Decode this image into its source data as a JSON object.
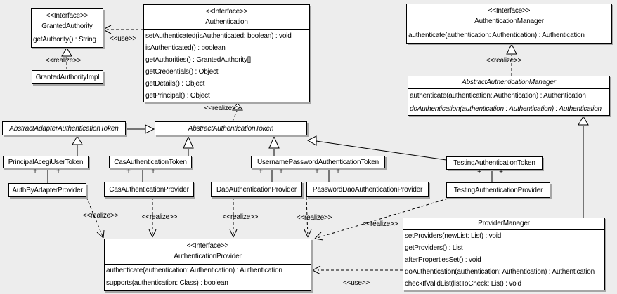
{
  "labels": {
    "use": "<<use>>",
    "realize": "<<realize>>",
    "plus": "+"
  },
  "colors": {
    "background": "#ededed",
    "box_fill": "#ffffff",
    "line": "#000000",
    "shadow": "#a6a6a6"
  },
  "classes": {
    "granted_authority": {
      "stereotype": "<<Interface>>",
      "name": "GrantedAuthority",
      "methods": [
        "getAuthority() : String"
      ]
    },
    "granted_authority_impl": {
      "name": "GrantedAuthorityImpl"
    },
    "authentication": {
      "stereotype": "<<Interface>>",
      "name": "Authentication",
      "methods": [
        "setAuthenticated(isAuthenticated: boolean) : void",
        "isAuthenticated() : boolean",
        "getAuthorities() : GrantedAuthority[]",
        "getCredentials() : Object",
        "getDetails() : Object",
        "getPrincipal() : Object"
      ]
    },
    "authentication_manager": {
      "stereotype": "<<Interface>>",
      "name": "AuthenticationManager",
      "methods": [
        "authenticate(authentication: Authentication) : Authentication"
      ]
    },
    "abstract_authentication_manager": {
      "name": "AbstractAuthenticationManager",
      "methods": [
        "authenticate(authentication: Authentication) : Authentication",
        "doAuthentication(authentication : Authentication) : Authentication"
      ]
    },
    "abstract_adapter_authentication_token": {
      "name": "AbstractAdapterAuthenticationToken"
    },
    "abstract_authentication_token": {
      "name": "AbstractAuthenticationToken"
    },
    "principal_acegi_user_token": {
      "name": "PrincipalAcegiUserToken"
    },
    "auth_by_adapter_provider": {
      "name": "AuthByAdapterProvider"
    },
    "cas_authentication_token": {
      "name": "CasAuthenticationToken"
    },
    "cas_authentication_provider": {
      "name": "CasAuthenticationProvider"
    },
    "username_password_authentication_token": {
      "name": "UsernamePasswordAuthenticationToken"
    },
    "dao_authentication_provider": {
      "name": "DaoAuthenticationProvider"
    },
    "password_dao_authentication_provider": {
      "name": "PasswordDaoAuthenticationProvider"
    },
    "testing_authentication_token": {
      "name": "TestingAuthenticationToken"
    },
    "testing_authentication_provider": {
      "name": "TestingAuthenticationProvider"
    },
    "authentication_provider": {
      "stereotype": "<<Interface>>",
      "name": "AuthenticationProvider",
      "methods": [
        "authenticate(authentication: Authentication) : Authentication",
        "supports(authentication: Class) : boolean"
      ]
    },
    "provider_manager": {
      "name": "ProviderManager",
      "methods": [
        "setProviders(newList: List) : void",
        "getProviders() : List",
        "afterPropertiesSet() : void",
        "doAuthentication(authentication: Authentication) : Authentication",
        "checkIfValidList(listToCheck: List) : void"
      ]
    }
  }
}
